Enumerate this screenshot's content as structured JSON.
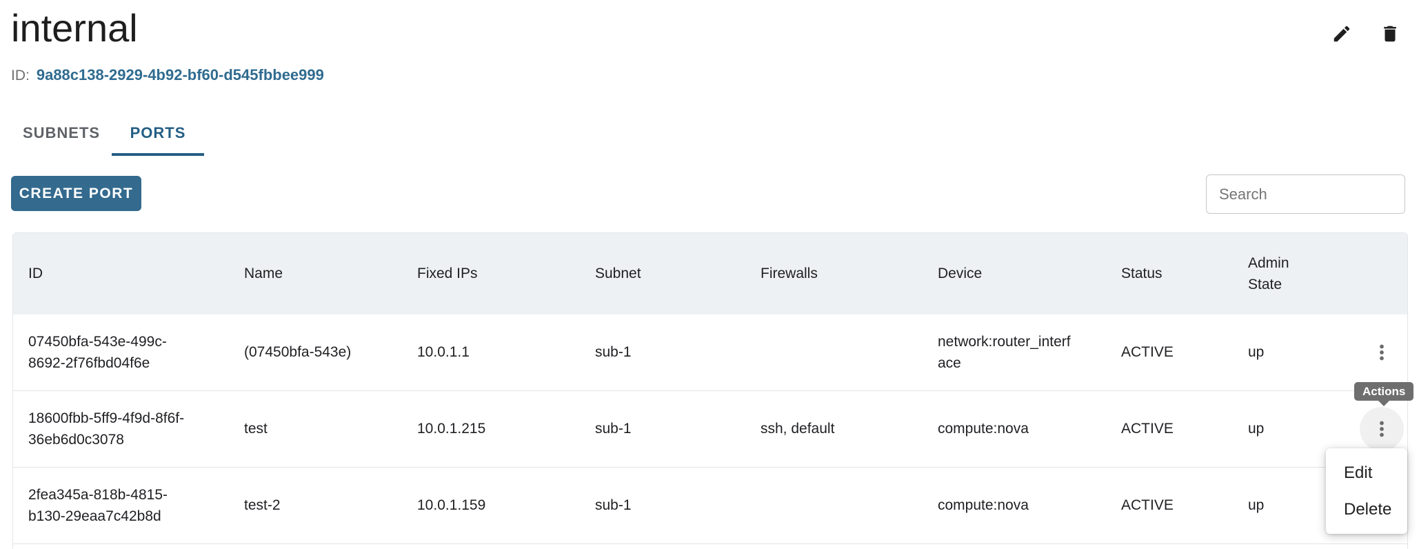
{
  "header": {
    "title": "internal",
    "id_label": "ID:",
    "id_value": "9a88c138-2929-4b92-bf60-d545fbbee999",
    "icons": [
      "pencil-icon",
      "trash-icon"
    ]
  },
  "tabs": [
    {
      "label": "SUBNETS",
      "active": false
    },
    {
      "label": "PORTS",
      "active": true
    }
  ],
  "toolbar": {
    "create_button_label": "CREATE PORT",
    "search_placeholder": "Search"
  },
  "table": {
    "columns": [
      "ID",
      "Name",
      "Fixed IPs",
      "Subnet",
      "Firewalls",
      "Device",
      "Status",
      "Admin State"
    ],
    "row_menu_icon": "kebab-menu-icon",
    "rows": [
      {
        "id": "07450bfa-543e-499c-8692-2f76fbd04f6e",
        "name": "(07450bfa-543e)",
        "fixed_ips": "10.0.1.1",
        "subnet": "sub-1",
        "firewalls": "",
        "device": "network:router_interface",
        "status": "ACTIVE",
        "admin_state": "up"
      },
      {
        "id": "18600fbb-5ff9-4f9d-8f6f-36eb6d0c3078",
        "name": "test",
        "fixed_ips": "10.0.1.215",
        "subnet": "sub-1",
        "firewalls": "ssh, default",
        "device": "compute:nova",
        "status": "ACTIVE",
        "admin_state": "up"
      },
      {
        "id": "2fea345a-818b-4815-b130-29eaa7c42b8d",
        "name": "test-2",
        "fixed_ips": "10.0.1.159",
        "subnet": "sub-1",
        "firewalls": "",
        "device": "compute:nova",
        "status": "ACTIVE",
        "admin_state": "up"
      }
    ]
  },
  "tooltip": {
    "label": "Actions"
  },
  "context_menu": {
    "items": [
      {
        "label": "Edit"
      },
      {
        "label": "Delete"
      }
    ]
  },
  "colors": {
    "accent_button": "#336a8e",
    "active_tab": "#245e84",
    "link": "#2f6b90",
    "table_header_bg": "#edf1f4",
    "tooltip_bg": "#6e6e6e",
    "row_border": "#e0e3e6"
  }
}
